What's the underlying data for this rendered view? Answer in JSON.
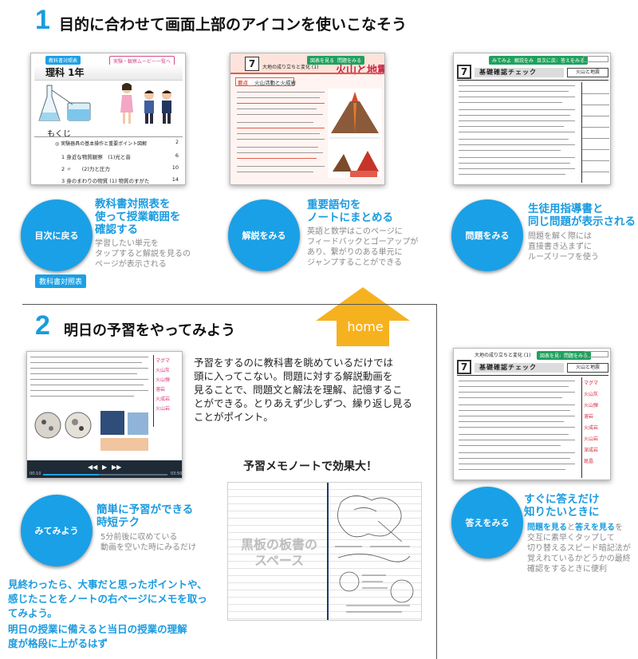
{
  "section1": {
    "number": "1",
    "title": "目的に合わせて画面上部のアイコンを使いこなそう"
  },
  "thumb1": {
    "tab_left": "教科書対照表",
    "tab_right": "実験・観察ムービー一覧へ",
    "subject": "理科 1年",
    "toc_heading": "もくじ",
    "rows": [
      {
        "mark": "◎",
        "text": "実験器具の基本操作と重要ポイント図解",
        "page": "2"
      },
      {
        "mark": "1",
        "text": "身近な物質観察　(1)光と音",
        "page": "6"
      },
      {
        "mark": "2",
        "text": "〃　　(2)力と圧力",
        "page": "10"
      },
      {
        "mark": "3",
        "text": "身のまわりの物質 (1) 物質のすがた",
        "page": "14"
      }
    ]
  },
  "thumb2": {
    "chapter": "7",
    "subtitle": "大地の成り立ちと変化 (1)",
    "btn1": "図表を見る",
    "btn2": "問題をみる",
    "title": "火山と地震",
    "point_label": "要点",
    "point_text": "火山活動と火成岩"
  },
  "thumb3": {
    "btns": [
      "みてみよう",
      "解説をみる",
      "目次に戻る",
      "答えをみる"
    ],
    "chapter": "7",
    "check_title": "基礎確認チェック",
    "topic": "火山と地震"
  },
  "feature1": {
    "circle": "目次に戻る",
    "title_lines": [
      "教科書対照表を",
      "使って授業範囲を",
      "確認する"
    ],
    "desc_lines": [
      "学習したい単元を",
      "タップすると解説を見るの",
      "ページが表示される"
    ],
    "tag": "教科書対照表"
  },
  "feature2": {
    "circle": "解説をみる",
    "title_lines": [
      "重要語句を",
      "ノートにまとめる"
    ],
    "desc_lines": [
      "英語と数学はこのページに",
      "フィードバックとゴーアップが",
      "あり、繋がりのある単元に",
      "ジャンプすることができる"
    ]
  },
  "feature3": {
    "circle": "問題をみる",
    "title_lines": [
      "生徒用指導書と",
      "同じ問題が表示される"
    ],
    "desc_lines": [
      "問題を解く際には",
      "直接書き込まずに",
      "ルーズリーフを使う"
    ]
  },
  "home_label": "home",
  "section2": {
    "number": "2",
    "title": "明日の予習をやってみよう"
  },
  "intro_lines": [
    "予習をするのに教科書を眺めているだけでは",
    "頭に入ってこない。問題に対する解説動画を",
    "見ることで、問題文と解法を理解、記憶するこ",
    "とができる。とりあえず少しずつ、繰り返し見る",
    "ことがポイント。"
  ],
  "video": {
    "time_left": "00:10",
    "time_right": "03:50"
  },
  "feature4": {
    "circle": "みてみよう",
    "title_lines": [
      "簡単に予習ができる",
      "時短テク"
    ],
    "desc_lines": [
      "5分前後に収めている",
      "動画を空いた時にみるだけ"
    ]
  },
  "memo_title": "予習メモノートで効果大！",
  "blackboard_lines": [
    "黒板の板書の",
    "スペース"
  ],
  "feature5": {
    "circle": "答えをみる",
    "title_lines": [
      "すぐに答えだけ",
      "知りたいときに"
    ],
    "desc_parts": {
      "a": "問題を見る",
      "b": "と",
      "c": "答えを見る",
      "d": "を"
    },
    "desc_lines": [
      "交互に素早くタップして",
      "切り替えるスピード暗記法が",
      "覚えれているかどうかの最終",
      "確認をするときに便利"
    ]
  },
  "summary_lines": [
    "見終わったら、大事だと思ったポイントや、",
    "感じたことをノートの右ページにメモを取っ",
    "てみよう。",
    "明日の授業に備えると当日の授業の理解",
    "度が格段に上がるはず"
  ],
  "sheet_answers": [
    "マグマ",
    "火山灰",
    "火山弾",
    "溶岩",
    "火成岩",
    "火山岩",
    "深成岩",
    "斑晶"
  ],
  "colors": {
    "accent_blue": "#1a9be0",
    "circle_blue": "#1aa0e6",
    "home_arrow": "#f6b21e",
    "pink": "#d6317e",
    "green": "#1fa15d",
    "red": "#d8233a"
  }
}
